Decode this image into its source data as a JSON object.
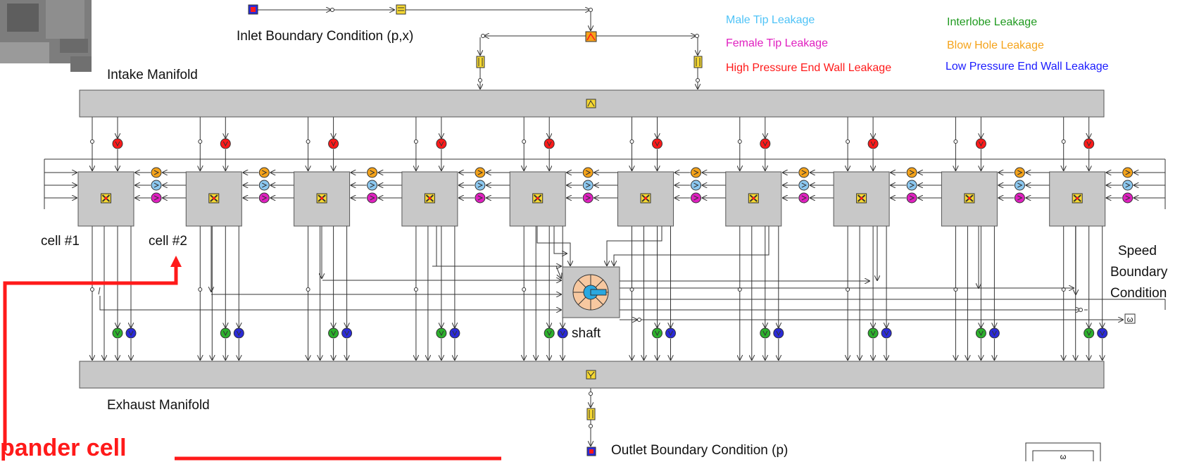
{
  "labels": {
    "inlet": "Inlet Boundary Condition (p,x)",
    "intake": "Intake Manifold",
    "exhaust": "Exhaust Manifold",
    "outlet": "Outlet Boundary Condition (p)",
    "shaft": "shaft",
    "cell1": "cell #1",
    "cell2": "cell #2",
    "speed": [
      "Speed",
      "Boundary",
      "Condition"
    ],
    "callout": "pander cell",
    "omega": "ω"
  },
  "legend": [
    {
      "text": "Male Tip Leakage",
      "color": "#4fc3f7"
    },
    {
      "text": "Interlobe Leakage",
      "color": "#1f9a1f"
    },
    {
      "text": "Female Tip Leakage",
      "color": "#e020c0"
    },
    {
      "text": "Blow Hole Leakage",
      "color": "#f5a31a"
    },
    {
      "text": "High Pressure End Wall Leakage",
      "color": "#ff1a1a"
    },
    {
      "text": "Low Pressure End Wall Leakage",
      "color": "#1a1aff"
    }
  ],
  "cells": {
    "count": 10
  },
  "colors": {
    "block": "#c8c8c8",
    "border": "#555555",
    "line": "#333333",
    "red": "#ff1a1a",
    "yellow": "#f6d832",
    "orange": "#f5a31a",
    "lightblue": "#8cc8f0",
    "magenta": "#e020c0",
    "green": "#2cb02c",
    "blue": "#2a2ad8",
    "shaftRing": "#f7c8a0"
  }
}
